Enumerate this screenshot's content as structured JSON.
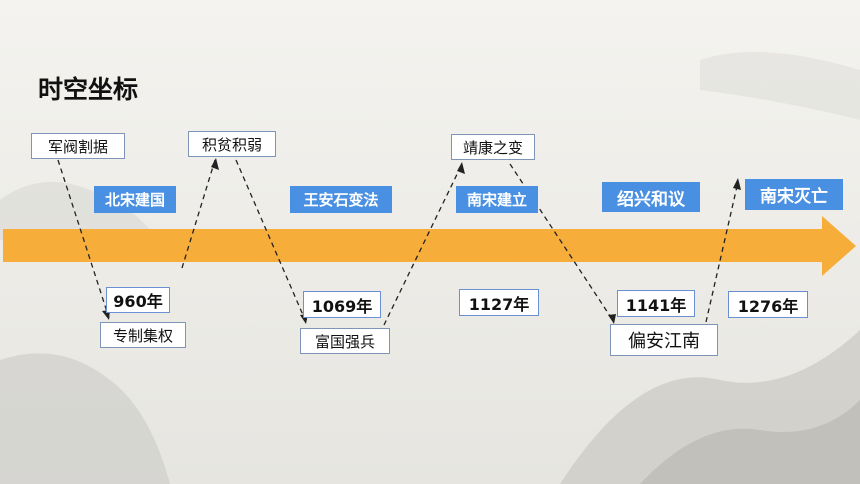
{
  "title": "时空坐标",
  "above_labels": [
    "军阀割据",
    "积贫积弱",
    "靖康之变"
  ],
  "below_labels": [
    "专制集权",
    "富国强兵",
    "偏安江南"
  ],
  "events": [
    "北宋建国",
    "王安石变法",
    "南宋建立",
    "绍兴和议",
    "南宋灭亡"
  ],
  "years": [
    "960年",
    "1069年",
    "1127年",
    "1141年",
    "1276年"
  ],
  "colors": {
    "arrow": "#f6ad3a",
    "tag": "#4a90e2",
    "box_border": "#7f95b8"
  }
}
